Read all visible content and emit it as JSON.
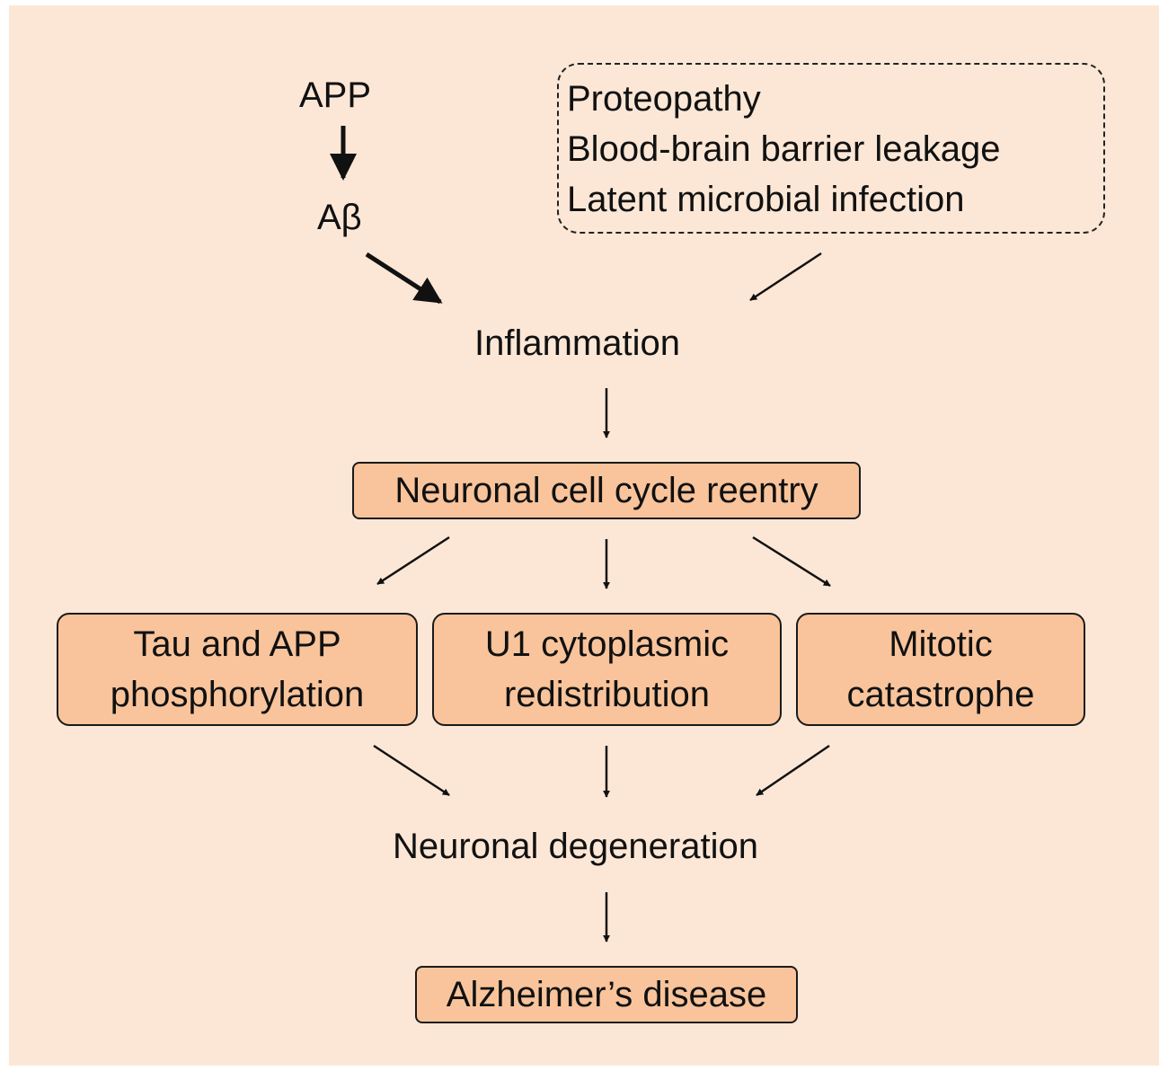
{
  "upstream": {
    "app": "APP",
    "abeta": "Aβ"
  },
  "factors": [
    "Proteopathy",
    "Blood-brain barrier leakage",
    "Latent  microbial infection"
  ],
  "inflammation": "Inflammation",
  "reentry": "Neuronal cell cycle reentry",
  "consequences": [
    {
      "line1": "Tau and APP",
      "line2": "phosphorylation"
    },
    {
      "line1": "U1 cytoplasmic",
      "line2": "redistribution"
    },
    {
      "line1": "Mitotic",
      "line2": "catastrophe"
    }
  ],
  "degeneration": "Neuronal degeneration",
  "disease": "Alzheimer’s disease",
  "colors": {
    "background": "#fce7d6",
    "box_fill": "#f9c49b",
    "line": "#111111"
  }
}
